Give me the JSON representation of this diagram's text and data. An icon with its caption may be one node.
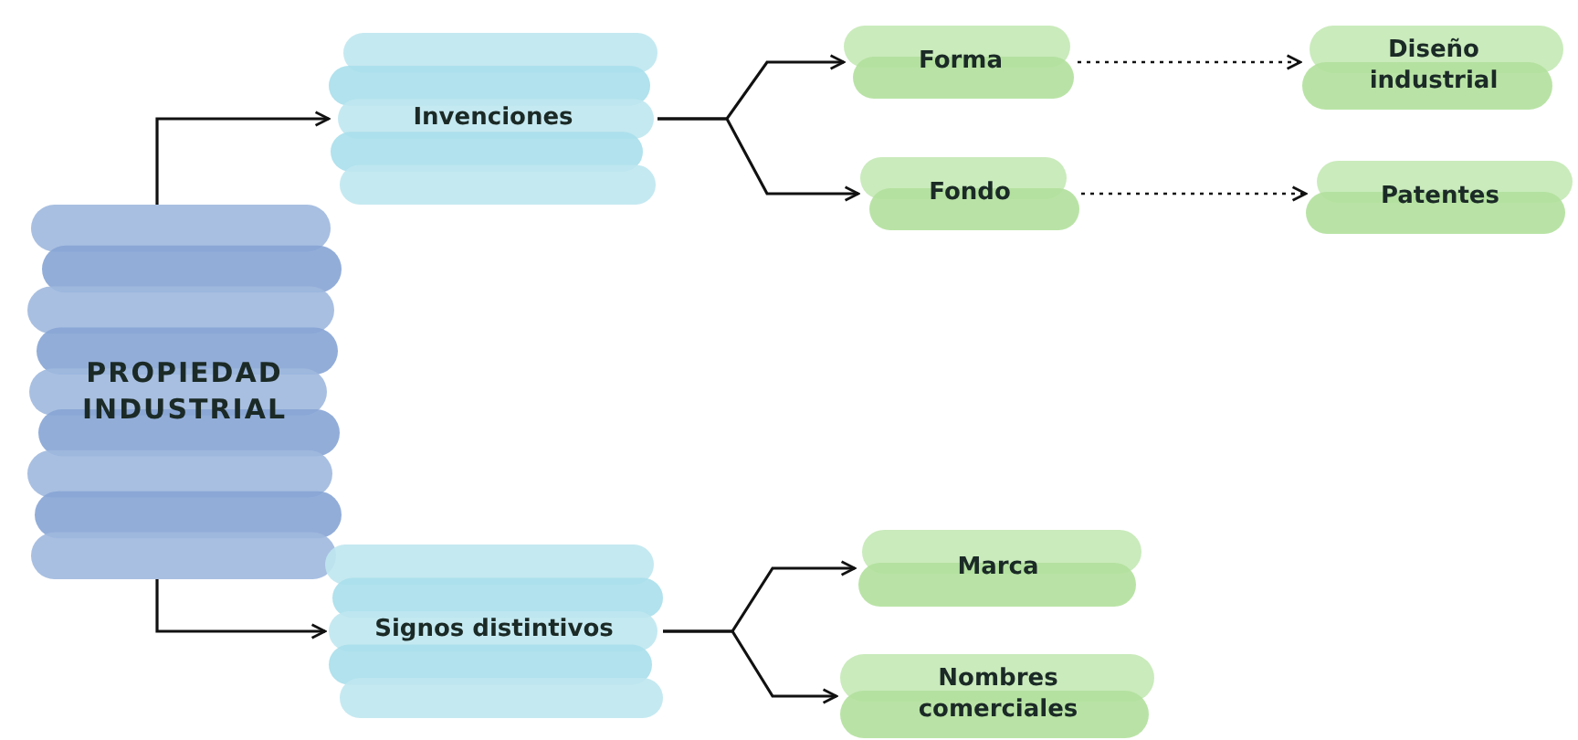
{
  "diagram": {
    "nodes": [
      {
        "text": [
          "PROPIEDAD INDUSTRIAL"
        ]
      },
      {
        "text": [
          "Invenciones"
        ]
      },
      {
        "text": [
          "Forma"
        ]
      },
      {
        "text": [
          "Diseño industrial"
        ]
      },
      {
        "text": [
          "Fondo"
        ]
      },
      {
        "text": [
          "Patentes"
        ]
      },
      {
        "text": [
          "Signos distintivos"
        ]
      },
      {
        "text": [
          "Marca"
        ]
      },
      {
        "text": [
          "Nombres comerciales"
        ]
      }
    ],
    "edges": [
      {
        "from": 0,
        "to": 1,
        "arrow": "to"
      },
      {
        "from": 1,
        "to": 2,
        "arrow": "to"
      },
      {
        "from": 1,
        "to": 4,
        "arrow": "to"
      },
      {
        "from": 2,
        "to": 3,
        "arrow": "to",
        "style": "dashed"
      },
      {
        "from": 4,
        "to": 5,
        "arrow": "to",
        "style": "dashed"
      },
      {
        "from": 0,
        "to": 6,
        "arrow": "to"
      },
      {
        "from": 6,
        "to": 7,
        "arrow": "to"
      },
      {
        "from": 6,
        "to": 8,
        "arrow": "to"
      }
    ]
  }
}
